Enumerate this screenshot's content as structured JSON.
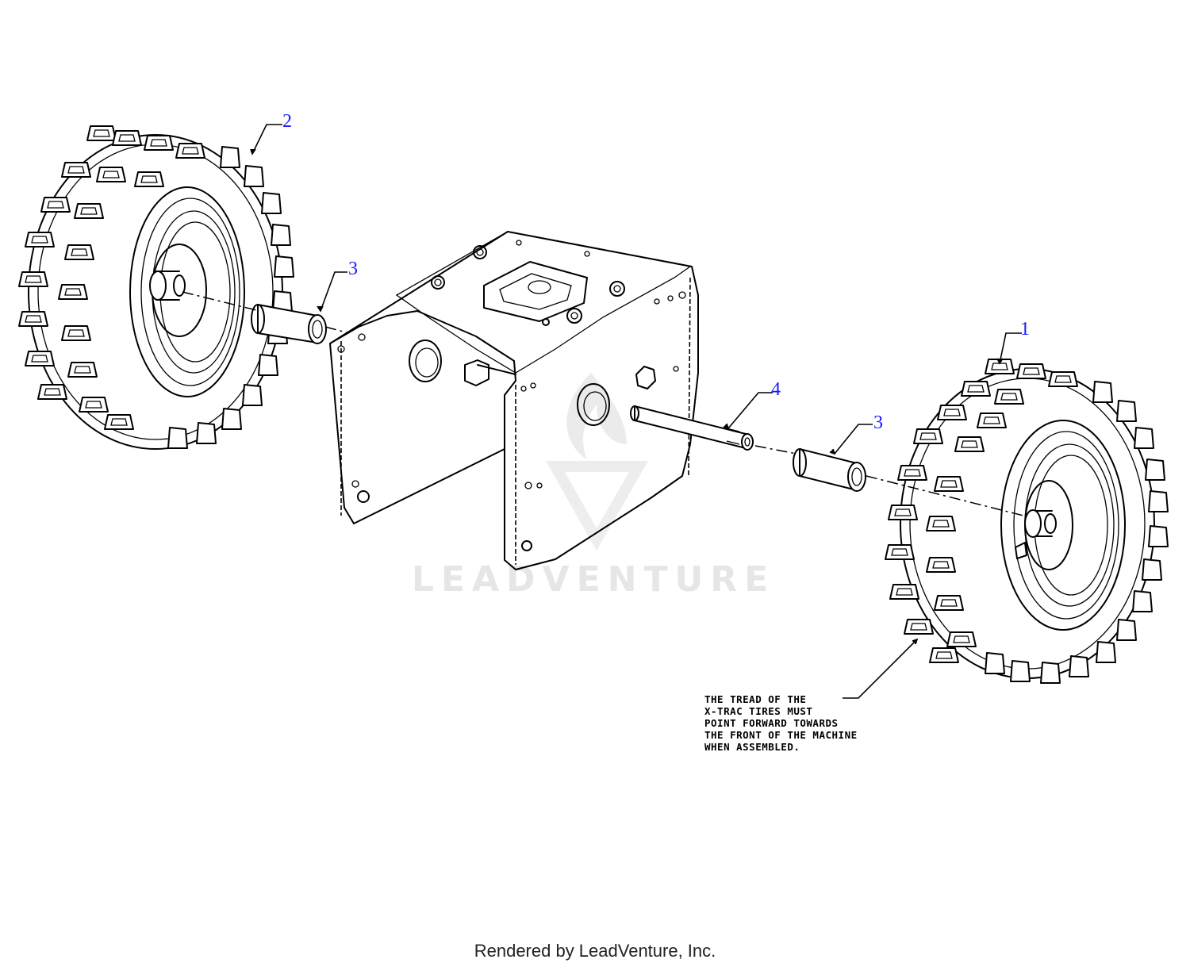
{
  "diagram": {
    "callouts": [
      {
        "id": "callout-1",
        "label": "1"
      },
      {
        "id": "callout-2",
        "label": "2"
      },
      {
        "id": "callout-3a",
        "label": "3"
      },
      {
        "id": "callout-3b",
        "label": "3"
      },
      {
        "id": "callout-4",
        "label": "4"
      }
    ],
    "note_lines": [
      "THE TREAD OF THE",
      "X-TRAC TIRES MUST",
      "POINT FORWARD TOWARDS",
      "THE FRONT OF THE MACHINE",
      "WHEN ASSEMBLED."
    ],
    "watermark": "LEADVENTURE",
    "footer": "Rendered by LeadVenture, Inc."
  },
  "colors": {
    "callout": "#1a1aff",
    "line": "#000000",
    "watermark": "#e6e6e6"
  }
}
